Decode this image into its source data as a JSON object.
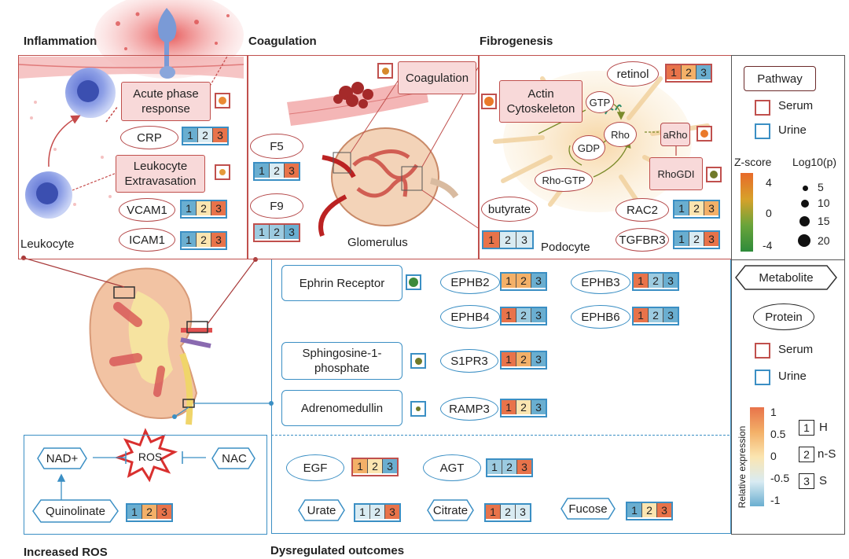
{
  "sections": {
    "inflammation": "Inflammation",
    "coagulation": "Coagulation",
    "fibrogenesis": "Fibrogenesis",
    "increased_ros": "Increased ROS",
    "dysregulated": "Dysregulated outcomes"
  },
  "inflammation": {
    "acute_phase": "Acute phase response",
    "crp": "CRP",
    "leukocyte_extravasation": "Leukocyte Extravasation",
    "vcam1": "VCAM1",
    "icam1": "ICAM1",
    "leukocyte": "Leukocyte"
  },
  "coagulation": {
    "coagulation_pathway": "Coagulation",
    "f5": "F5",
    "f9": "F9",
    "glomerulus": "Glomerulus"
  },
  "fibrogenesis": {
    "actin": "Actin Cytoskeleton",
    "retinol": "retinol",
    "gtp": "GTP",
    "rho": "Rho",
    "arho": "aRho",
    "gdp": "GDP",
    "rho_gtp": "Rho-GTP",
    "rhogdi": "RhoGDI",
    "butyrate": "butyrate",
    "rac2": "RAC2",
    "tgfbr3": "TGFBR3",
    "podocyte": "Podocyte"
  },
  "outcomes": {
    "ephrin": "Ephrin Receptor",
    "ephb2": "EPHB2",
    "ephb3": "EPHB3",
    "ephb4": "EPHB4",
    "ephb6": "EPHB6",
    "s1p": "Sphingosine-1-phosphate",
    "s1pr3": "S1PR3",
    "adrenomedullin": "Adrenomedullin",
    "ramp3": "RAMP3",
    "egf": "EGF",
    "agt": "AGT",
    "urate": "Urate",
    "citrate": "Citrate",
    "fucose": "Fucose"
  },
  "ros": {
    "nad": "NAD+",
    "ros": "ROS",
    "nac": "NAC",
    "quinolinate": "Quinolinate"
  },
  "legend": {
    "pathway": "Pathway",
    "serum": "Serum",
    "urine": "Urine",
    "zscore": "Z-score",
    "log10p": "Log10(p)",
    "z_ticks": [
      "4",
      "0",
      "-4"
    ],
    "p_ticks": [
      "5",
      "10",
      "15",
      "20"
    ],
    "metabolite": "Metabolite",
    "protein": "Protein",
    "serum2": "Serum",
    "urine2": "Urine",
    "rel_expr": "Relative expression",
    "expr_ticks": [
      "1",
      "0.5",
      "0",
      "-0.5",
      "-1"
    ],
    "groups": [
      {
        "num": "1",
        "label": "H"
      },
      {
        "num": "2",
        "label": "n-S"
      },
      {
        "num": "3",
        "label": "S"
      }
    ]
  },
  "triple_labels": [
    "1",
    "2",
    "3"
  ],
  "colors": {
    "serum_border": "#c0504d",
    "urine_border": "#3b8fc4",
    "expr_high": "#e8734a",
    "expr_mid_high": "#f3b068",
    "expr_mid": "#fbe5b0",
    "expr_low_mid": "#bfdbe7",
    "expr_low": "#6aaed0"
  }
}
